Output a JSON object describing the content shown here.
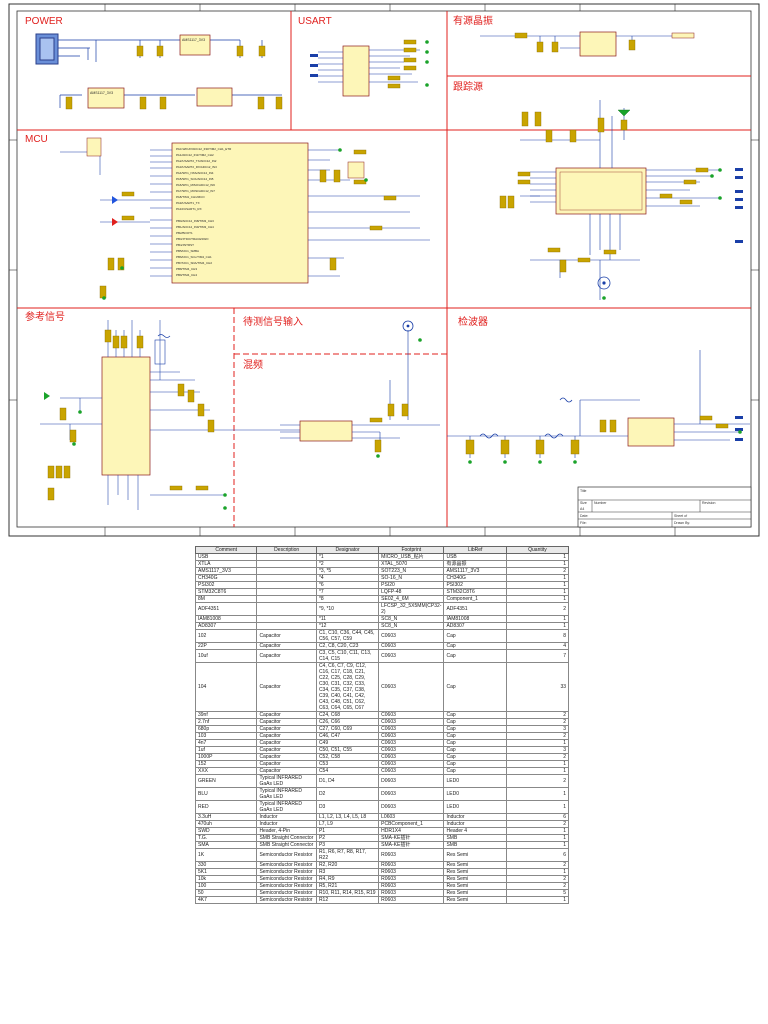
{
  "sections": {
    "power": "POWER",
    "usart": "USART",
    "osc": "有源晶振",
    "tracking": "跟踪源",
    "mcu": "MCU",
    "ref": "参考信号",
    "input": "待测信号输入",
    "mixer": "混频",
    "detector": "检波器"
  },
  "titleblock": {
    "title_lbl": "Title",
    "size_lbl": "Size",
    "size_val": "A4",
    "number_lbl": "Number",
    "revision_lbl": "Revision",
    "date_lbl": "Date:",
    "file_lbl": "File:",
    "sheet_lbl": "Sheet of",
    "drawn_lbl": "Drawn By:"
  },
  "bom": {
    "headers": [
      "Comment",
      "Description",
      "Designator",
      "Footprint",
      "LibRef",
      "Quantity"
    ],
    "rows": [
      [
        "USB",
        "",
        "*1",
        "MICRO_USB_贴片",
        "USB",
        "1"
      ],
      [
        "XTLA",
        "",
        "*2",
        "XTAL_5070",
        "有源晶振",
        "1"
      ],
      [
        "AMS1117_3V3",
        "",
        "*3, *5",
        "SOT223_N",
        "AMS1117_3V3",
        "2"
      ],
      [
        "CH340G",
        "",
        "*4",
        "SO-16_N",
        "CH340G",
        "1"
      ],
      [
        "PSI302",
        "",
        "*6",
        "PSI20",
        "PSI302",
        "1"
      ],
      [
        "STM32C8T6",
        "",
        "*7",
        "LQFP-48",
        "STM32C8T6",
        "1"
      ],
      [
        "8M",
        "",
        "*8",
        "SE02_4_6M",
        "Component_1",
        "1"
      ],
      [
        "ADF4351",
        "",
        "*9, *10",
        "LFCSP_32_5X5MM(CP32-2)",
        "ADF4351",
        "2"
      ],
      [
        "IAM81008",
        "",
        "*11",
        "SC8_N",
        "IAM81008",
        "1"
      ],
      [
        "AD8307",
        "",
        "*12",
        "SC8_N",
        "AD8307",
        "1"
      ],
      [
        "102",
        "Capacitor",
        "C1, C10, C36, C44, C45, C56, C57, C59",
        "C0603",
        "Cap",
        "8"
      ],
      [
        "22P",
        "Capacitor",
        "C2, C8, C20, C23",
        "C0603",
        "Cap",
        "4"
      ],
      [
        "10uf",
        "Capacitor",
        "C3, C5, C10, C11, C13, C14, C15",
        "C0603",
        "Cap",
        "7"
      ],
      [
        "104",
        "Capacitor",
        "C4, C6, C7, C9, C12, C16, C17, C18, C21, C22, C25, C28, C29, C30, C31, C32, C33, C34, C35, C37, C38, C39, C40, C41, C42, C43, C48, C51, C62, C63, C64, C65, C67",
        "C0603",
        "Cap",
        "33"
      ],
      [
        "39nf",
        "Capacitor",
        "C24, C68",
        "C0603",
        "Cap",
        "2"
      ],
      [
        "2.7nf",
        "Capacitor",
        "C26, C66",
        "C0603",
        "Cap",
        "2"
      ],
      [
        "680p",
        "Capacitor",
        "C27, C60, C69",
        "C0603",
        "Cap",
        "3"
      ],
      [
        "103",
        "Capacitor",
        "C46, C47",
        "C0603",
        "Cap",
        "2"
      ],
      [
        "4n7",
        "Capacitor",
        "C49",
        "C0603",
        "Cap",
        "1"
      ],
      [
        "1uf",
        "Capacitor",
        "C50, C51, C55",
        "C0603",
        "Cap",
        "3"
      ],
      [
        "1000P",
        "Capacitor",
        "C52, C58",
        "C0603",
        "Cap",
        "2"
      ],
      [
        "152",
        "Capacitor",
        "C53",
        "C0603",
        "Cap",
        "1"
      ],
      [
        "XXX",
        "Capacitor",
        "C54",
        "C0603",
        "Cap",
        "1"
      ],
      [
        "GREEN",
        "Typical INFRARED GaAs LED",
        "D1, D4",
        "D0603",
        "LED0",
        "2"
      ],
      [
        "BLU",
        "Typical INFRARED GaAs LED",
        "D2",
        "D0603",
        "LED0",
        "1"
      ],
      [
        "RED",
        "Typical INFRARED GaAs LED",
        "D3",
        "D0603",
        "LED0",
        "1"
      ],
      [
        "3.3uH",
        "Inductor",
        "L1, L2, L3, L4, L5, L8",
        "L0603",
        "Inductor",
        "6"
      ],
      [
        "470uh",
        "Inductor",
        "L7, L9",
        "PCBComponent_1",
        "Inductor",
        "2"
      ],
      [
        "SWD",
        "Header, 4-Pin",
        "P1",
        "HDR1X4",
        "Header 4",
        "1"
      ],
      [
        "T.G.",
        "SMB Straight Connector",
        "P2",
        "SMA-KE插针",
        "SMB",
        "1"
      ],
      [
        "SMA",
        "SMB Straight Connector",
        "P3",
        "SMA-KE插针",
        "SMB",
        "1"
      ],
      [
        "1K",
        "Semiconductor Resistor",
        "R1, R6, R7, R8, R17, R22",
        "R0603",
        "Res Semi",
        "6"
      ],
      [
        "330",
        "Semiconductor Resistor",
        "R2, R20",
        "R0603",
        "Res Semi",
        "2"
      ],
      [
        "5K1",
        "Semiconductor Resistor",
        "R3",
        "R0603",
        "Res Semi",
        "1"
      ],
      [
        "10k",
        "Semiconductor Resistor",
        "R4, R9",
        "R0603",
        "Res Semi",
        "2"
      ],
      [
        "100",
        "Semiconductor Resistor",
        "R5, R21",
        "R0603",
        "Res Semi",
        "2"
      ],
      [
        "50",
        "Semiconductor Resistor",
        "R10, R11, R14, R15, R19",
        "R0603",
        "Res Semi",
        "5"
      ],
      [
        "4K7",
        "Semiconductor Resistor",
        "R12",
        "R0603",
        "Res Semi",
        "1"
      ]
    ]
  }
}
